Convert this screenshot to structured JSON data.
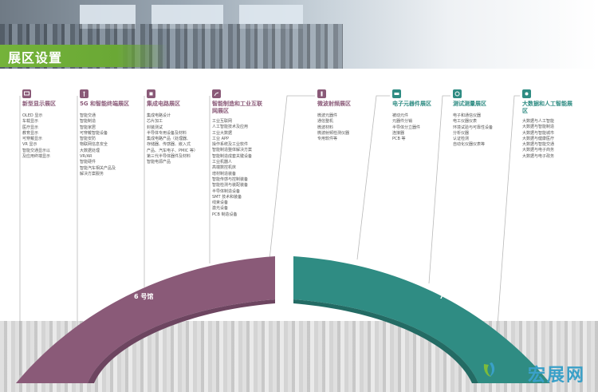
{
  "header": {
    "title": "展区设置"
  },
  "colors": {
    "hall6": "#8a5a78",
    "hall7": "#2f8c83",
    "accent_green": "#74b33a",
    "logo_blue": "#3aa0c8"
  },
  "halls": [
    {
      "label": "6 号馆"
    },
    {
      "label": "7 号馆"
    }
  ],
  "zones": [
    {
      "name": "新型显示展区",
      "icon": "display-icon",
      "items": [
        "OLED 显示",
        "车载显示",
        "医疗显示",
        "教育显示",
        "可穿戴显示",
        "VR 显示",
        "智能交通显示以",
        "及应用终端显示"
      ]
    },
    {
      "name": "5G 和智能终端展区",
      "icon": "antenna-icon",
      "items": [
        "智能交通",
        "智能制造",
        "智能家居",
        "可穿戴智能设备",
        "智能安防",
        "物联网信息安全",
        "大数据处理",
        "VR/AR",
        "智能硬件",
        "智能汽车相关产品及",
        "解决方案服务"
      ]
    },
    {
      "name": "集成电路展区",
      "icon": "chip-icon",
      "items": [
        "集成电路设计",
        "芯片加工",
        "封装测试",
        "半导体专用设备及材料",
        "集成电路产品（处理器、",
        "存储器、传感器、嵌入式",
        "产品、汽车电子、PMIC 等）",
        "第三代半导体器件及材料",
        "智能电源产品"
      ]
    },
    {
      "name": "智能制造和工业互联网展区",
      "icon": "robot-arm-icon",
      "items": [
        "工业互联网",
        "人工智能技术及应用",
        "工业大数据",
        "工业 APP",
        "操作系统及工业软件",
        "智能制造整体解决方案",
        "智能制造成套关键设备",
        "工业机器人",
        "高端数控机床",
        "增材制造装备",
        "智能传感与控制装备",
        "智能检测与装配装备",
        "半导体制造设备",
        "SMT 技术和装备",
        "线束设备",
        "激光设备",
        "PCB 制造设备"
      ]
    },
    {
      "name": "微波射频展区",
      "icon": "probe-icon",
      "items": [
        "微波元器件",
        "通信整机",
        "微波材料",
        "微波射频检测仪器",
        "专用软件等"
      ]
    },
    {
      "name": "电子元器件展区",
      "icon": "component-icon",
      "items": [
        "被动元件",
        "元器件分销",
        "半导体分立器件",
        "连接器",
        "PCB 等"
      ]
    },
    {
      "name": "测试测量展区",
      "icon": "gauge-icon",
      "items": [
        "电子和通信仪器",
        "电工仪器仪表",
        "环境试验与可靠性设备",
        "分析仪器",
        "认证检测",
        "自动化仪器仪表等"
      ]
    },
    {
      "name": "大数据和人工智能展区",
      "icon": "data-icon",
      "items": [
        "大数据与人工智能",
        "大数据与智能制造",
        "大数据与智能城市",
        "大数据与健康医疗",
        "大数据与智能交通",
        "大数据与电子商务",
        "大数据与电子政务"
      ]
    }
  ],
  "watermark": {
    "text": "宏展网"
  }
}
